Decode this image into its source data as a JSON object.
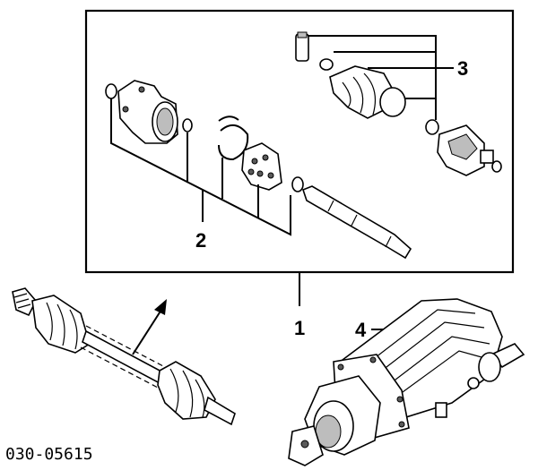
{
  "diagram": {
    "callouts": {
      "c1": "1",
      "c2": "2",
      "c3": "3",
      "c4": "4"
    },
    "figure_code": "030-05615"
  }
}
